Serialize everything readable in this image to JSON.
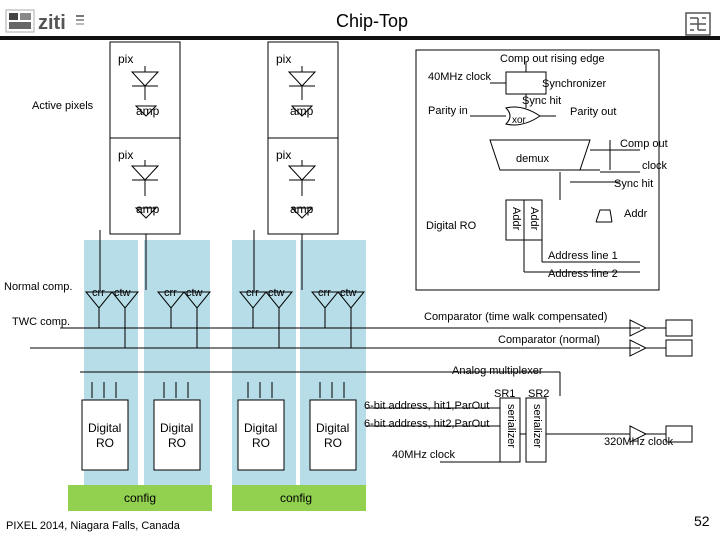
{
  "header": {
    "title": "Chip-Top",
    "logo_text": "ziti",
    "bar_color": "#111111"
  },
  "labels": {
    "pix": "pix",
    "amp": "amp",
    "crr": "crr",
    "ctw": "ctw",
    "active_pixels": "Active pixels",
    "normal_comp": "Normal comp.",
    "twc_comp": "TWC comp.",
    "digital": "Digital",
    "ro": "RO",
    "config": "config",
    "comp_out_rising": "Comp out rising edge",
    "clk_40": "40MHz clock",
    "synchronizer": "Synchronizer",
    "sync_hit": "Sync hit",
    "parity_in": "Parity in",
    "xor": "xor",
    "parity_out": "Parity out",
    "comp_out": "Comp out",
    "demux": "demux",
    "clock": "clock",
    "sync_hit2": "Sync hit",
    "digital_ro": "Digital RO",
    "addr": "Addr",
    "addr_line1": "Address line 1",
    "addr_line2": "Address line 2",
    "comparator_twc": "Comparator (time walk compensated)",
    "comparator_normal": "Comparator (normal)",
    "analog_mux": "Analog multiplexer",
    "sr1": "SR1",
    "sr2": "SR2",
    "addr_hit1": "6-bit address, hit1,ParOut",
    "addr_hit2": "6-bit address, hit2,ParOut",
    "serializer": "serializer",
    "clk_40_b": "40MHz clock",
    "clk_320": "320MHz clock"
  },
  "footer": {
    "conference": "PIXEL 2014, Niagara Falls, Canada",
    "page_number": "52"
  },
  "colors": {
    "light_blue": "#b7dde8",
    "green": "#92d050"
  }
}
